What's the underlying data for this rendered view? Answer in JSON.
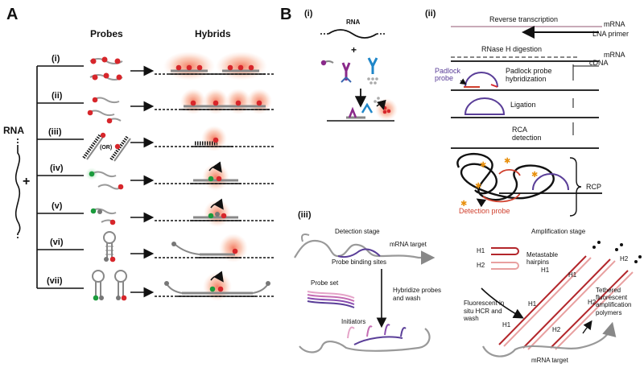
{
  "panelA": {
    "letter": "A",
    "probes_header": "Probes",
    "hybrids_header": "Hybrids",
    "rna_label": "RNA",
    "plus": "+",
    "rows": [
      "(i)",
      "(ii)",
      "(iii)",
      "(iv)",
      "(v)",
      "(vi)",
      "(vii)"
    ],
    "or_label": "(OR)"
  },
  "panelB": {
    "letter": "B",
    "i": {
      "label": "(i)",
      "rna": "RNA",
      "plus": "+"
    },
    "ii": {
      "label": "(ii)",
      "reverse_transcription": "Reverse transcription",
      "mrna": "mRNA",
      "lna_primer": "LNA primer",
      "rnase": "RNase H digestion",
      "cdna": "cDNA",
      "padlock_probe": "Padlock probe",
      "padlock_hyb": "Padlock probe hybridization",
      "ligation": "Ligation",
      "rca": "RCA detection",
      "rcp": "RCP",
      "detection_probe": "Detection probe"
    },
    "iii": {
      "label": "(iii)",
      "detection_stage": "Detection stage",
      "mrna_target": "mRNA target",
      "probe_binding_sites": "Probe binding sites",
      "probe_set": "Probe set",
      "hybridize": "Hybridize probes and wash",
      "initiators": "Initiators",
      "amplification_stage": "Amplification stage",
      "h1": "H1",
      "h2": "H2",
      "metastable": "Metastable hairpins",
      "fluorescent_hcr": "Fluorescent in situ HCR and wash",
      "tethered": "Tethered fluorescent amplification polymers",
      "mrna_target2": "mRNA target"
    }
  },
  "colors": {
    "probe_red": "#d7262b",
    "fluor_green": "#1a9b3c",
    "glow": "#f5a085",
    "padlock": "#5a3e98",
    "detection_red": "#d0402e"
  }
}
